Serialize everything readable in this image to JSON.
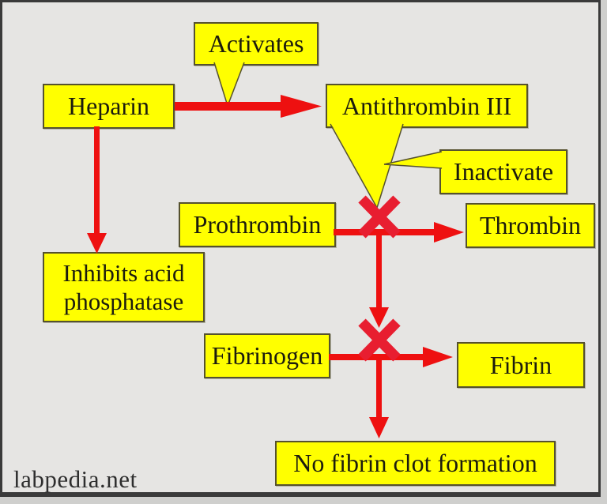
{
  "diagram": {
    "title_implicit": "Heparin mechanism flowchart",
    "nodes": {
      "heparin": {
        "label": "Heparin"
      },
      "activates": {
        "label": "Activates"
      },
      "antithrombin": {
        "label": "Antithrombin III"
      },
      "inactivate": {
        "label": "Inactivate"
      },
      "prothrombin": {
        "label": "Prothrombin"
      },
      "thrombin": {
        "label": "Thrombin"
      },
      "inhibits": {
        "label": "Inhibits acid phosphatase"
      },
      "fibrinogen": {
        "label": "Fibrinogen"
      },
      "fibrin": {
        "label": "Fibrin"
      },
      "no_clot": {
        "label": "No fibrin clot formation"
      }
    },
    "edges": [
      {
        "from": "Heparin",
        "to": "Antithrombin III",
        "annotation": "Activates",
        "blocked": false
      },
      {
        "from": "Heparin",
        "to": "Inhibits acid phosphatase",
        "blocked": false
      },
      {
        "from": "Prothrombin",
        "to": "Thrombin",
        "annotation": "Inactivate",
        "blocked": true
      },
      {
        "from": "Antithrombin III",
        "to": "Prothrombin-Thrombin reaction",
        "annotation": "Inactivate",
        "blocked": false
      },
      {
        "from": "Fibrinogen",
        "to": "Fibrin",
        "blocked": true
      },
      {
        "from": "Fibrinogen junction",
        "to": "No fibrin clot formation",
        "blocked": false
      }
    ],
    "colors": {
      "background": "#e6e5e3",
      "frame": "#3a3a3a",
      "box_fill": "#ffff00",
      "box_border": "#55512e",
      "arrow_red": "#ee1010",
      "cross_red": "#e81e30",
      "text": "#1c1c0e"
    }
  },
  "watermark": {
    "label": "labpedia.net"
  }
}
